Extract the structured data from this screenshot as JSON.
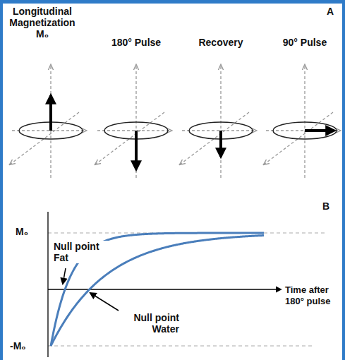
{
  "diagram": {
    "labels": [
      "Longitudinal Magnetization M₀",
      "A",
      "180° Pulse",
      "Recovery",
      "90° Pulse",
      "B",
      "M₀",
      "-M₀",
      "Null point Fat",
      "Null point Water",
      "Time after 180° pulse"
    ]
  }
}
